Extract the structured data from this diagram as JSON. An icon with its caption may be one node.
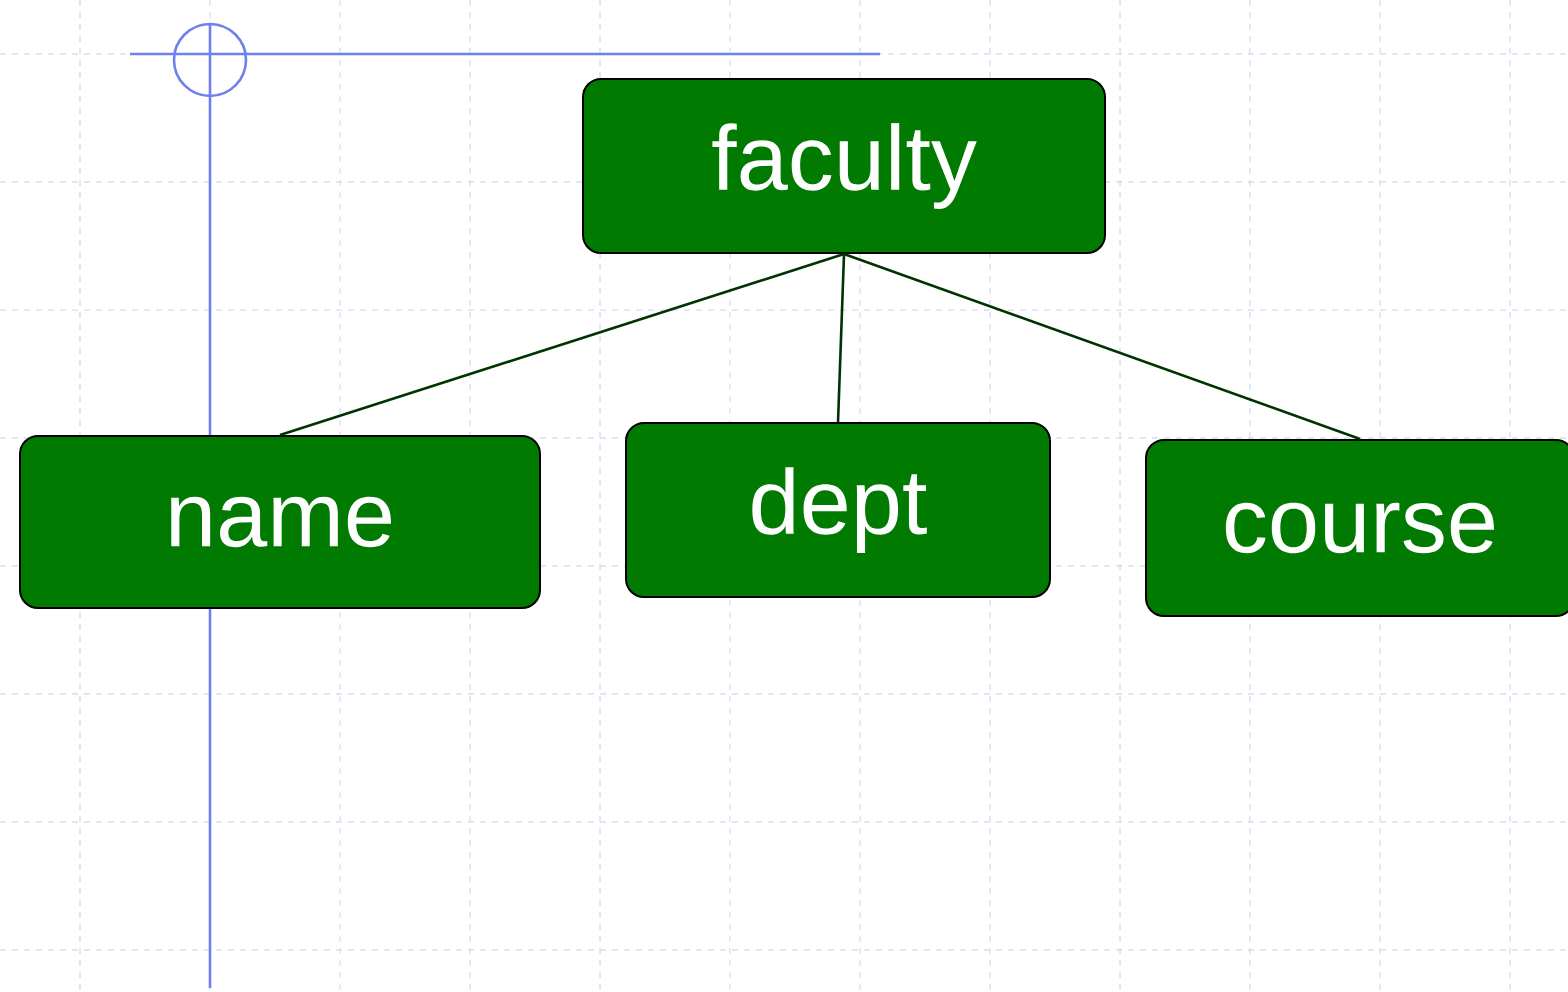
{
  "diagram": {
    "nodes": [
      {
        "text": [
          "faculty"
        ]
      },
      {
        "text": [
          "name"
        ]
      },
      {
        "text": [
          "dept"
        ]
      },
      {
        "text": [
          "course"
        ]
      }
    ],
    "edges": [
      {
        "from": 0,
        "to": 1,
        "arrow": "none"
      },
      {
        "from": 0,
        "to": 2,
        "arrow": "none"
      },
      {
        "from": 0,
        "to": 3,
        "arrow": "none"
      }
    ]
  }
}
